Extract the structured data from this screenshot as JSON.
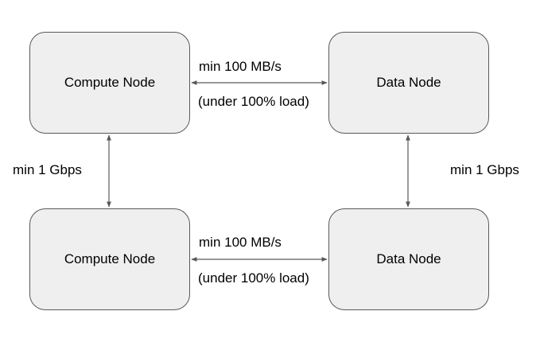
{
  "nodes": {
    "top_left": "Compute Node",
    "top_right": "Data Node",
    "bottom_left": "Compute Node",
    "bottom_right": "Data Node"
  },
  "links": {
    "top_horizontal": {
      "bandwidth": "min 100 MB/s",
      "condition": "(under 100% load)"
    },
    "bottom_horizontal": {
      "bandwidth": "min 100 MB/s",
      "condition": "(under 100% load)"
    },
    "left_vertical": {
      "bandwidth": "min 1 Gbps"
    },
    "right_vertical": {
      "bandwidth": "min 1 Gbps"
    }
  },
  "colors": {
    "node_fill": "#efefef",
    "node_border": "#595959",
    "connector": "#595959"
  }
}
